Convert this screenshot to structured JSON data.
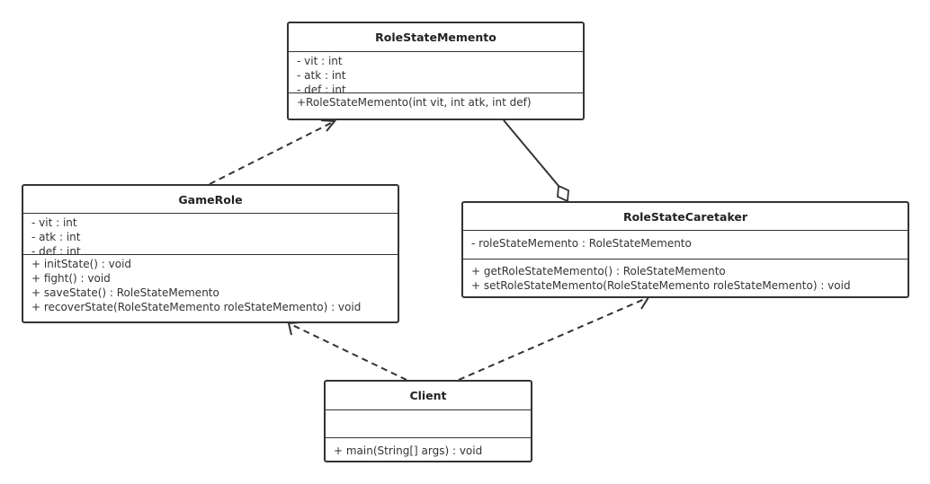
{
  "diagram": {
    "type": "uml-class-diagram",
    "classes": {
      "memento": {
        "name": "RoleStateMemento",
        "attributes": [
          "- vit : int",
          "- atk : int",
          "- def : int"
        ],
        "operations": [
          "+RoleStateMemento(int vit, int atk, int def)"
        ]
      },
      "gamerole": {
        "name": "GameRole",
        "attributes": [
          "- vit : int",
          "- atk : int",
          "- def : int"
        ],
        "operations": [
          "+ initState() : void",
          "+ fight() : void",
          "+ saveState() : RoleStateMemento",
          "+ recoverState(RoleStateMemento roleStateMemento) : void"
        ]
      },
      "caretaker": {
        "name": "RoleStateCaretaker",
        "attributes": [
          "- roleStateMemento : RoleStateMemento"
        ],
        "operations": [
          "+ getRoleStateMemento() : RoleStateMemento",
          "+ setRoleStateMemento(RoleStateMemento roleStateMemento) : void"
        ]
      },
      "client": {
        "name": "Client",
        "attributes": [],
        "operations": [
          "+ main(String[] args) : void"
        ]
      }
    },
    "relationships": [
      {
        "from": "GameRole",
        "to": "RoleStateMemento",
        "kind": "dependency"
      },
      {
        "from": "RoleStateCaretaker",
        "to": "RoleStateMemento",
        "kind": "aggregation"
      },
      {
        "from": "Client",
        "to": "GameRole",
        "kind": "dependency"
      },
      {
        "from": "Client",
        "to": "RoleStateCaretaker",
        "kind": "dependency"
      }
    ],
    "colors": {
      "stroke": "#333333",
      "background": "#ffffff",
      "text": "#333333"
    }
  }
}
